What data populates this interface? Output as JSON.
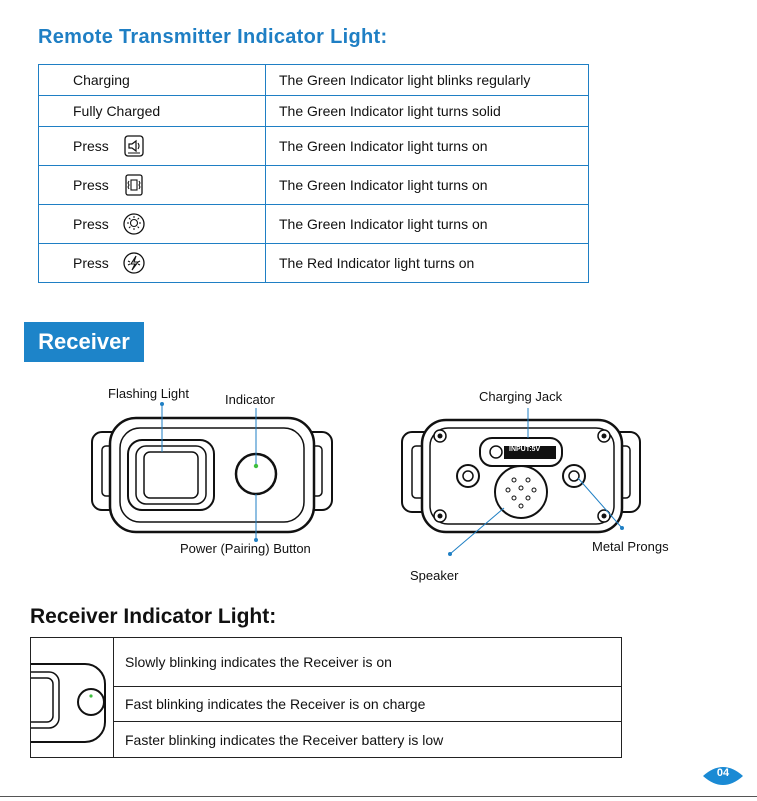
{
  "remote": {
    "title": "Remote Transmitter Indicator Light:",
    "rows": [
      {
        "label": "Charging",
        "description": "The Green Indicator light blinks regularly"
      },
      {
        "label": "Fully Charged",
        "description": "The Green Indicator light turns solid"
      },
      {
        "label": "Press",
        "icon": "speaker-button-icon",
        "description": "The Green Indicator light turns on"
      },
      {
        "label": "Press",
        "icon": "vibration-button-icon",
        "description": "The Green Indicator light turns on"
      },
      {
        "label": "Press",
        "icon": "light-bulb-button-icon",
        "description": "The Green Indicator light turns on"
      },
      {
        "label": "Press",
        "icon": "shock-button-icon",
        "description": "The Red Indicator light turns on"
      }
    ]
  },
  "receiver": {
    "banner": "Receiver",
    "front_labels": {
      "flashing_light": "Flashing Light",
      "indicator": "Indicator",
      "power_button": "Power (Pairing) Button"
    },
    "back_labels": {
      "charging_jack": "Charging Jack",
      "input_marking": "INPUT:5V",
      "metal_prongs": "Metal Prongs",
      "speaker": "Speaker"
    }
  },
  "receiver_indicator": {
    "title": "Receiver Indicator Light:",
    "rows": [
      "Slowly blinking indicates the Receiver is on",
      "Fast blinking indicates the Receiver is on charge",
      "Faster blinking indicates the Receiver battery is low"
    ]
  },
  "page": {
    "number": "04"
  },
  "colors": {
    "accent": "#1f7fc4",
    "banner": "#1d84c9",
    "badge": "#1a8ad4",
    "indicator_green": "#3fbf3f"
  }
}
